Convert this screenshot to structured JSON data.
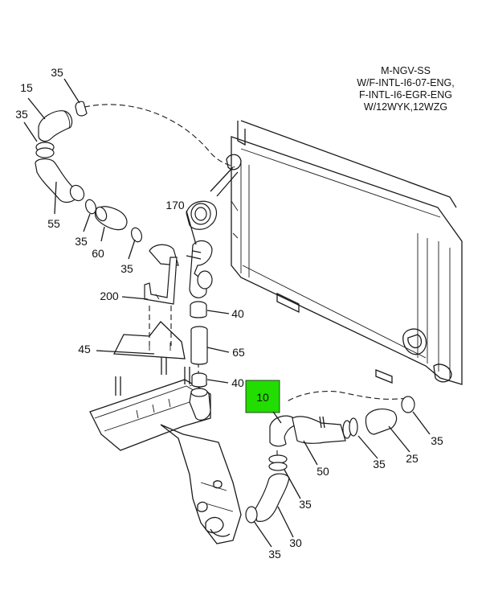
{
  "notes": {
    "line1": "M-NGV-SS",
    "line2": "W/F-INTL-I6-07-ENG,",
    "line3": "F-INTL-I6-EGR-ENG",
    "line4": "W/12WYK,12WZG"
  },
  "callouts": {
    "c35a": "35",
    "c15": "15",
    "c35b": "35",
    "c55": "55",
    "c35c": "35",
    "c60": "60",
    "c35d": "35",
    "c170": "170",
    "c200": "200",
    "c40a": "40",
    "c45": "45",
    "c65": "65",
    "c40b": "40",
    "c10": "10",
    "c50": "50",
    "c35e": "35",
    "c25": "25",
    "c35f": "35",
    "c35g": "35",
    "c30": "30",
    "c35h": "35"
  },
  "colors": {
    "highlight": "#22dd00",
    "line": "#1a1a1a",
    "background": "#ffffff"
  }
}
